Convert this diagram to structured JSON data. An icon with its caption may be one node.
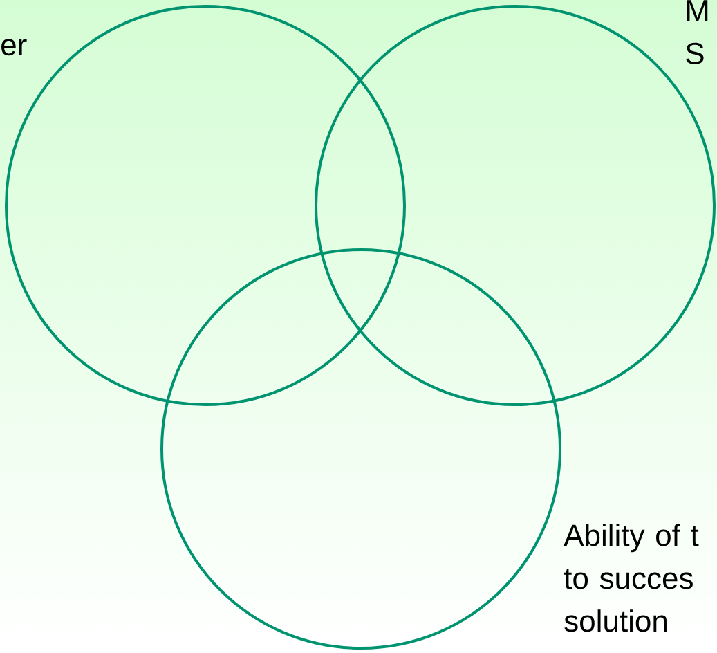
{
  "diagram": {
    "nodes": [
      {
        "text": [],
        "shape": "circle",
        "beside": [
          "er"
        ]
      },
      {
        "text": [],
        "shape": "circle",
        "beside": [
          "M S"
        ]
      },
      {
        "text": [],
        "shape": "circle",
        "beside": [
          "Ability of t to succes solution"
        ]
      }
    ]
  }
}
